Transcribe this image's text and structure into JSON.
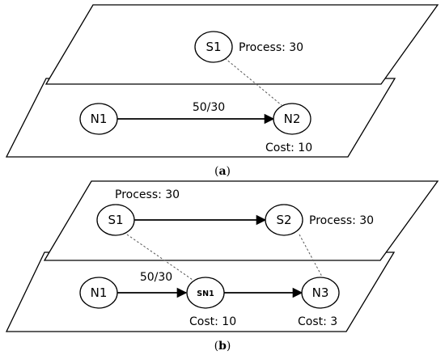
{
  "panel_a": {
    "caption_open": "(",
    "caption_letter": "a",
    "caption_close": ")",
    "nodes": {
      "s1": "S1",
      "n1": "N1",
      "n2": "N2"
    },
    "labels": {
      "process_s1": "Process: 30",
      "edge_n1_n2": "50/30",
      "cost_n2": "Cost: 10"
    }
  },
  "panel_b": {
    "caption_open": "(",
    "caption_letter": "b",
    "caption_close": ")",
    "nodes": {
      "s1": "S1",
      "s2": "S2",
      "n1": "N1",
      "sn1": "SN1",
      "n3": "N3"
    },
    "labels": {
      "process_s1": "Process: 30",
      "process_s2": "Process: 30",
      "edge_n1_sn1": "50/30",
      "cost_sn1": "Cost: 10",
      "cost_n3": "Cost: 3"
    }
  }
}
